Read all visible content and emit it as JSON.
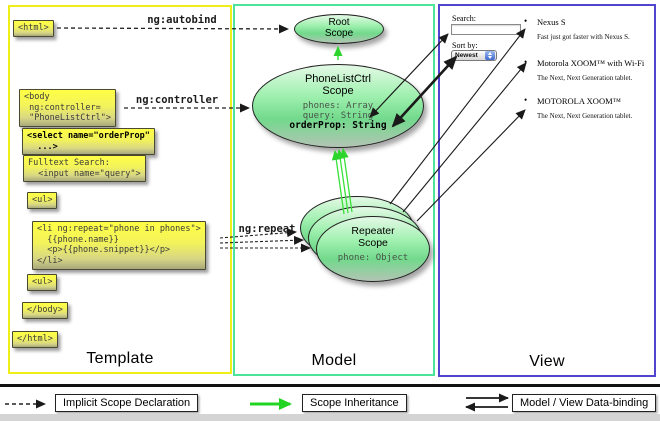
{
  "panels": {
    "template": {
      "label": "Template"
    },
    "model": {
      "label": "Model"
    },
    "view": {
      "label": "View"
    }
  },
  "template": {
    "boxes": {
      "html_open": "<html>",
      "body_open": "<body\n ng:controller=\n \"PhoneListCtrl\">",
      "select": "<select name=\"orderProp\"\n  ...>",
      "fulltext": "Fulltext Search:\n  <input name=\"query\">",
      "ul_open": "<ul>",
      "li_repeat": "<li ng:repeat=\"phone in phones\">\n  {{phone.name}}\n  <p>{{phone.snippet}}</p>\n</li>",
      "ul_close": "<ul>",
      "body_close": "</body>",
      "html_close": "</html>"
    }
  },
  "connectors": {
    "autobind": "ng:autobind",
    "controller": "ng:controller",
    "repeat": "ng:repeat"
  },
  "model": {
    "root_scope": {
      "title": "Root\nScope"
    },
    "phonelist_scope": {
      "title": "PhoneListCtrl\nScope",
      "prop1": "phones: Array",
      "prop2": "query: String",
      "prop3": "orderProp: String"
    },
    "repeater_scope": {
      "title": "Repeater\nScope",
      "prop": "phone: Object"
    }
  },
  "view": {
    "search_label": "Search:",
    "search_value": "",
    "sort_label": "Sort by:",
    "sort_value": "Newest",
    "bullet_icon": "•",
    "items": [
      {
        "name": "Nexus S",
        "desc": "Fast just got faster with Nexus S."
      },
      {
        "name": "Motorola XOOM™ with Wi-Fi",
        "desc": "The Next, Next Generation tablet."
      },
      {
        "name": "MOTOROLA XOOM™",
        "desc": "The Next, Next Generation tablet."
      }
    ]
  },
  "legend": {
    "implicit": "Implicit Scope Declaration",
    "inheritance": "Scope Inheritance",
    "binding": "Model / View Data-binding"
  },
  "colors": {
    "template_border": "#f0ee18",
    "model_border": "#4ce39b",
    "view_border": "#5145cf",
    "inheritance_green": "#38e238",
    "arrow_black": "#1a1a1a"
  }
}
